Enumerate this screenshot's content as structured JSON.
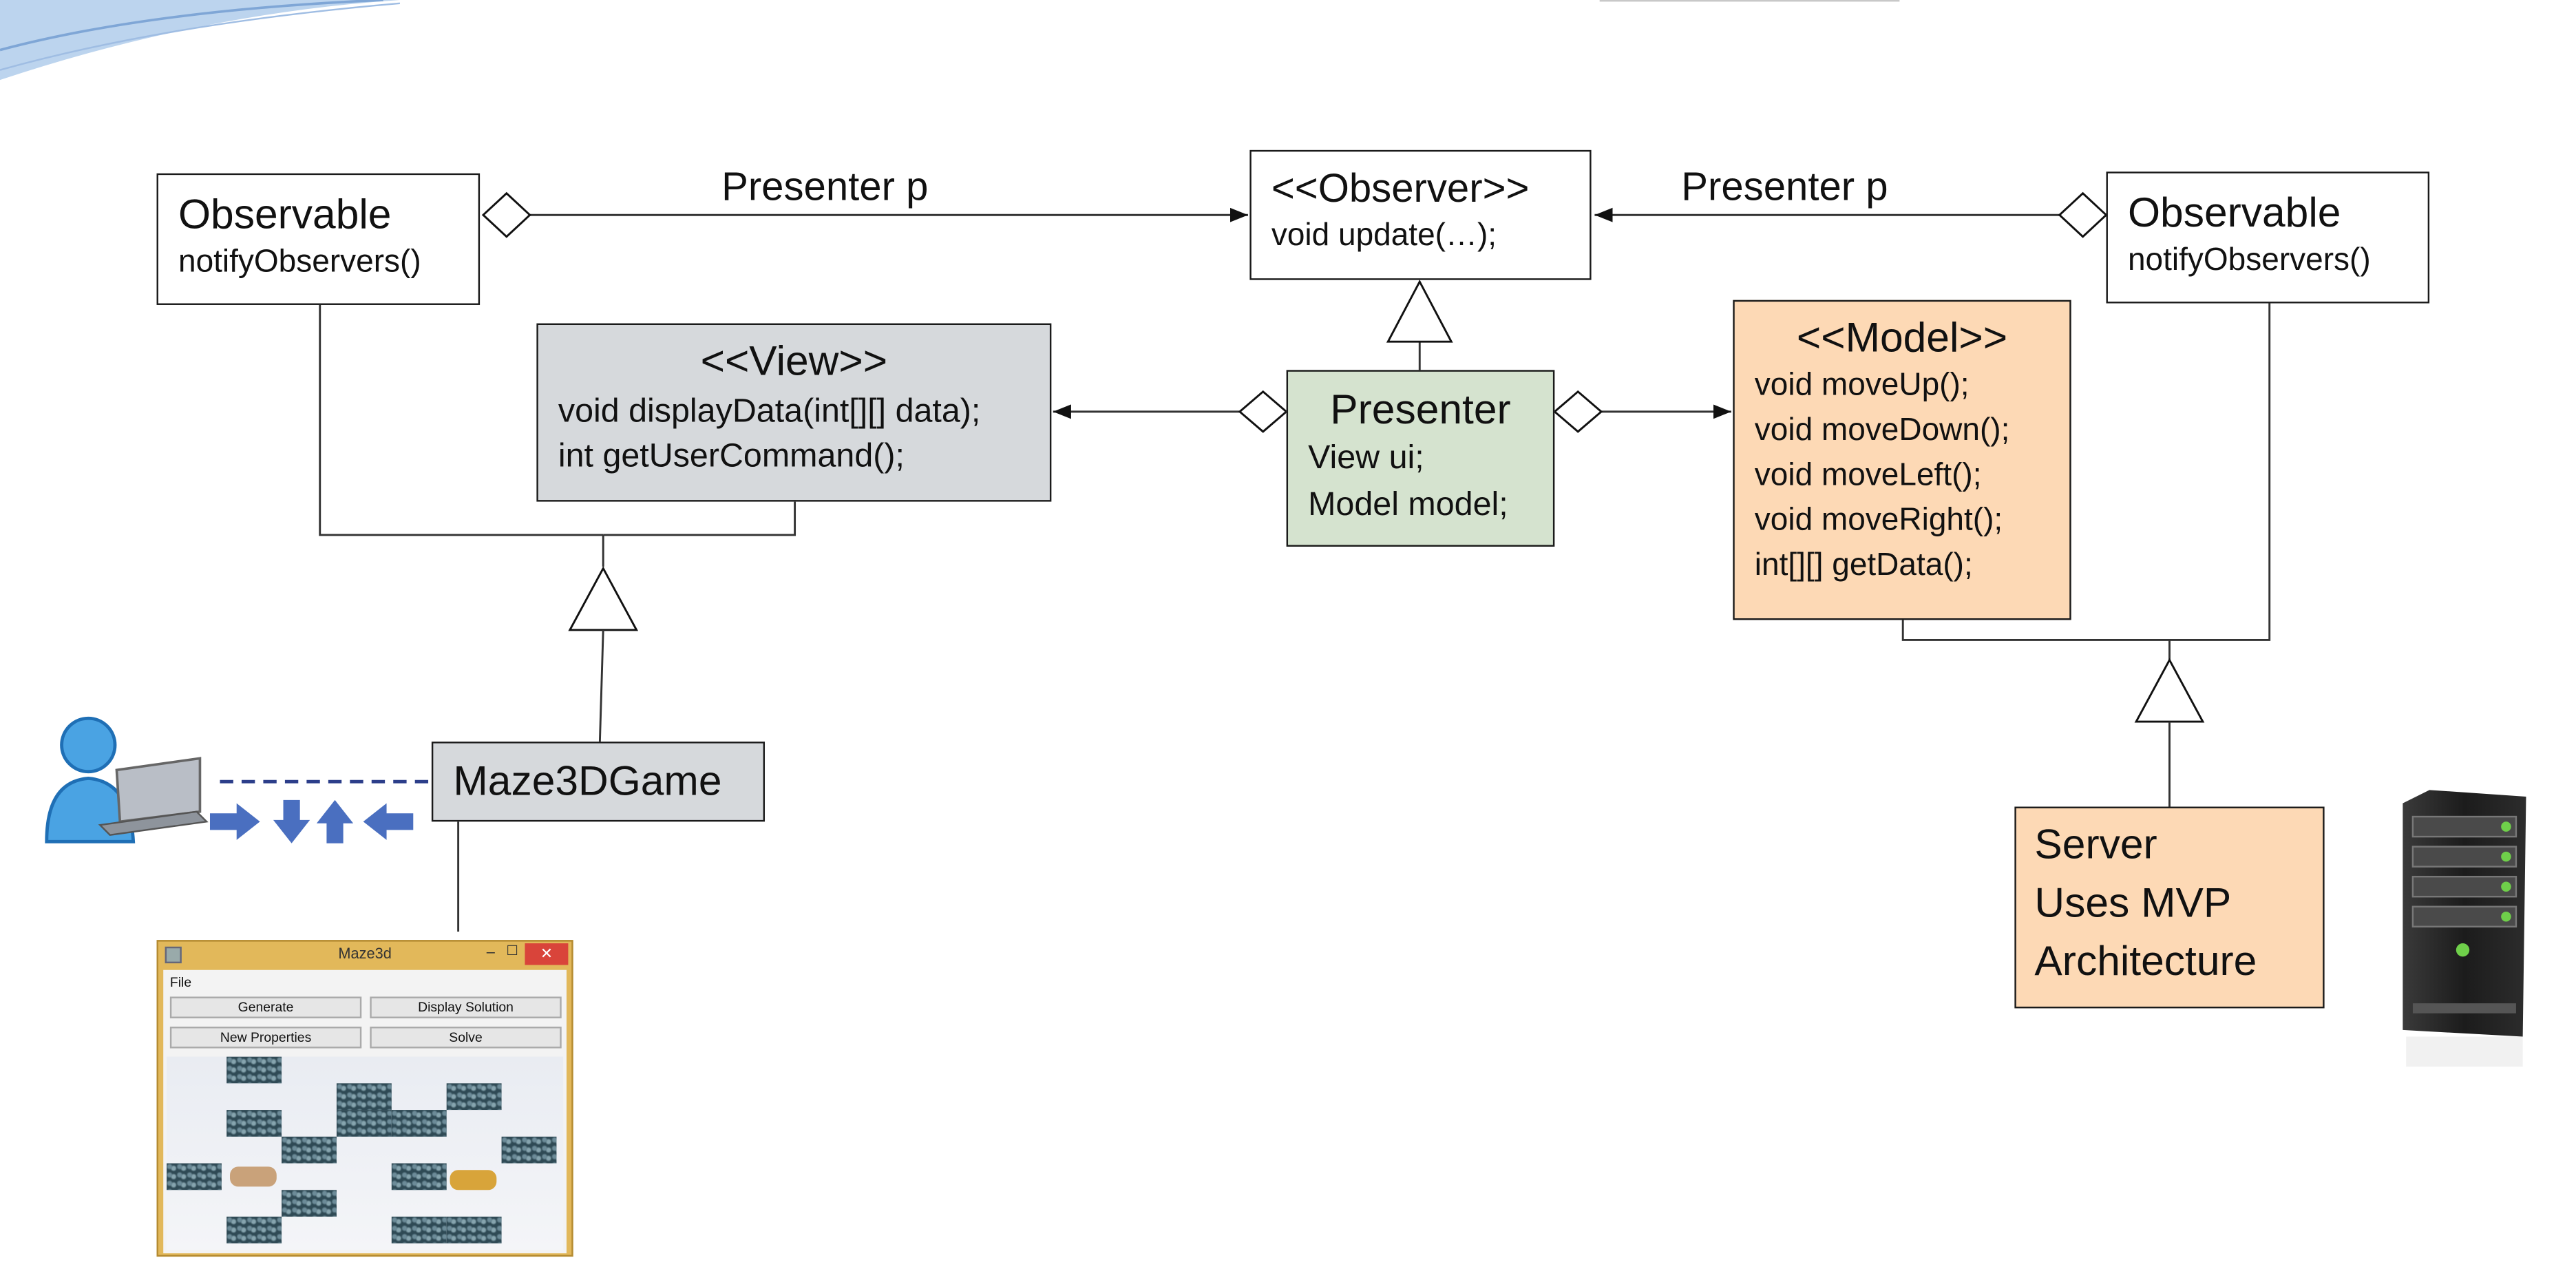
{
  "observable_left": {
    "title": "Observable",
    "method": "notifyObservers()"
  },
  "observable_right": {
    "title": "Observable",
    "method": "notifyObservers()"
  },
  "observer_interface": {
    "title": "<<Observer>>",
    "method": "void update(…);"
  },
  "view_interface": {
    "title": "<<View>>",
    "methods": [
      "void displayData(int[][] data);",
      "int getUserCommand();"
    ]
  },
  "presenter": {
    "title": "Presenter",
    "fields": [
      "View ui;",
      "Model model;"
    ]
  },
  "model_interface": {
    "title": "<<Model>>",
    "methods": [
      "void moveUp();",
      "void moveDown();",
      "void moveLeft();",
      "void moveRight();",
      "int[][] getData();"
    ]
  },
  "edge_labels": {
    "left": "Presenter p",
    "right": "Presenter p"
  },
  "maze3dgame": {
    "title": "Maze3DGame"
  },
  "server": {
    "lines": [
      "Server",
      "Uses MVP",
      "Architecture"
    ]
  },
  "maze_window": {
    "title": "Maze3d",
    "menu": "File",
    "buttons": {
      "generate": "Generate",
      "display_solution": "Display Solution",
      "new_properties": "New Properties",
      "solve": "Solve"
    },
    "minimize": "–",
    "maximize": "☐",
    "close": "✕"
  },
  "icons": {
    "user": "user-with-laptop-icon",
    "arrows": [
      "arrow-right-icon",
      "arrow-down-icon",
      "arrow-up-icon",
      "arrow-left-icon"
    ],
    "server": "server-tower-icon"
  },
  "colors": {
    "view_fill": "#d6d9dc",
    "presenter_fill": "#d5e3cf",
    "model_fill": "#fdd9b5",
    "server_fill": "#fdd9b5",
    "arrow_blue": "#4a6fc0"
  }
}
